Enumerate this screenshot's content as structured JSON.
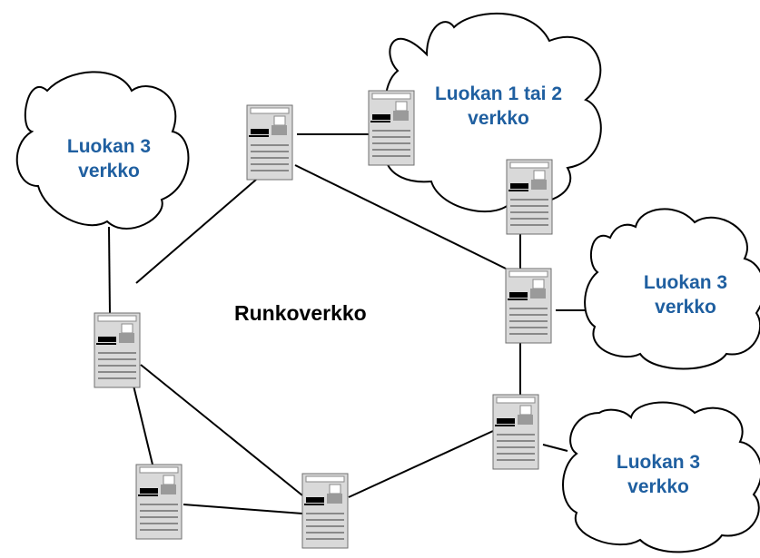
{
  "center_label": "Runkoverkko",
  "clouds": [
    {
      "line1": "Luokan 3",
      "line2": "verkko"
    },
    {
      "line1": "Luokan 1 tai 2",
      "line2": "verkko"
    },
    {
      "line1": "Luokan 3",
      "line2": "verkko"
    },
    {
      "line1": "Luokan 3",
      "line2": "verkko"
    }
  ],
  "colors": {
    "cloud_text": "#1f5fa0",
    "line": "#000000",
    "server_body": "#d9d9d9",
    "server_shade": "#9a9a9a",
    "server_slot": "#000000"
  },
  "icons": [
    "cloud-network-icon",
    "server-icon"
  ]
}
